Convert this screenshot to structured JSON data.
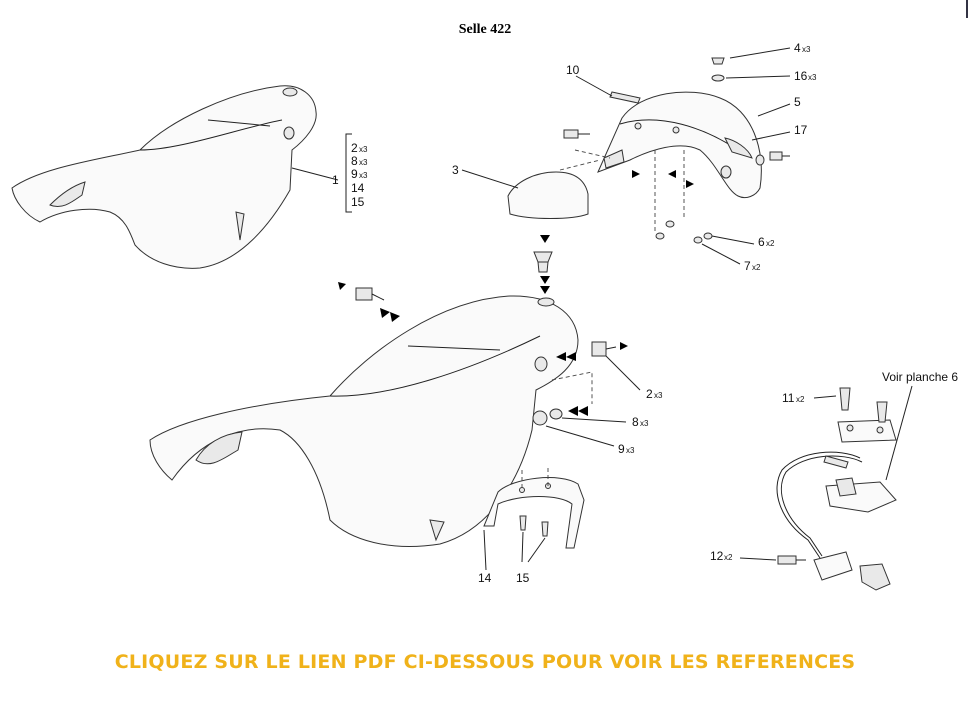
{
  "title": "Selle 422",
  "callouts": {
    "c1": "1",
    "c3": "3",
    "c4": "4",
    "c4_qty": "x3",
    "c5": "5",
    "c6": "6",
    "c6_qty": "x2",
    "c7": "7",
    "c7_qty": "x2",
    "c10": "10",
    "c11": "11",
    "c11_qty": "x2",
    "c12": "12",
    "c12_qty": "x2",
    "c14": "14",
    "c15": "15",
    "c16": "16",
    "c16_qty": "x3",
    "c17": "17",
    "c2b": "2",
    "c2b_qty": "x3",
    "c8b": "8",
    "c8b_qty": "x3",
    "c9b": "9",
    "c9b_qty": "x3"
  },
  "kit_list": [
    {
      "num": "2",
      "qty": "x3"
    },
    {
      "num": "8",
      "qty": "x3"
    },
    {
      "num": "9",
      "qty": "x3"
    },
    {
      "num": "14",
      "qty": ""
    },
    {
      "num": "15",
      "qty": ""
    }
  ],
  "voir_planche": "Voir planche 6",
  "cta": "CLIQUEZ SUR LE LIEN PDF CI-DESSOUS POUR VOIR LES REFERENCES",
  "colors": {
    "cta": "#f0b21a",
    "line": "#222222"
  }
}
